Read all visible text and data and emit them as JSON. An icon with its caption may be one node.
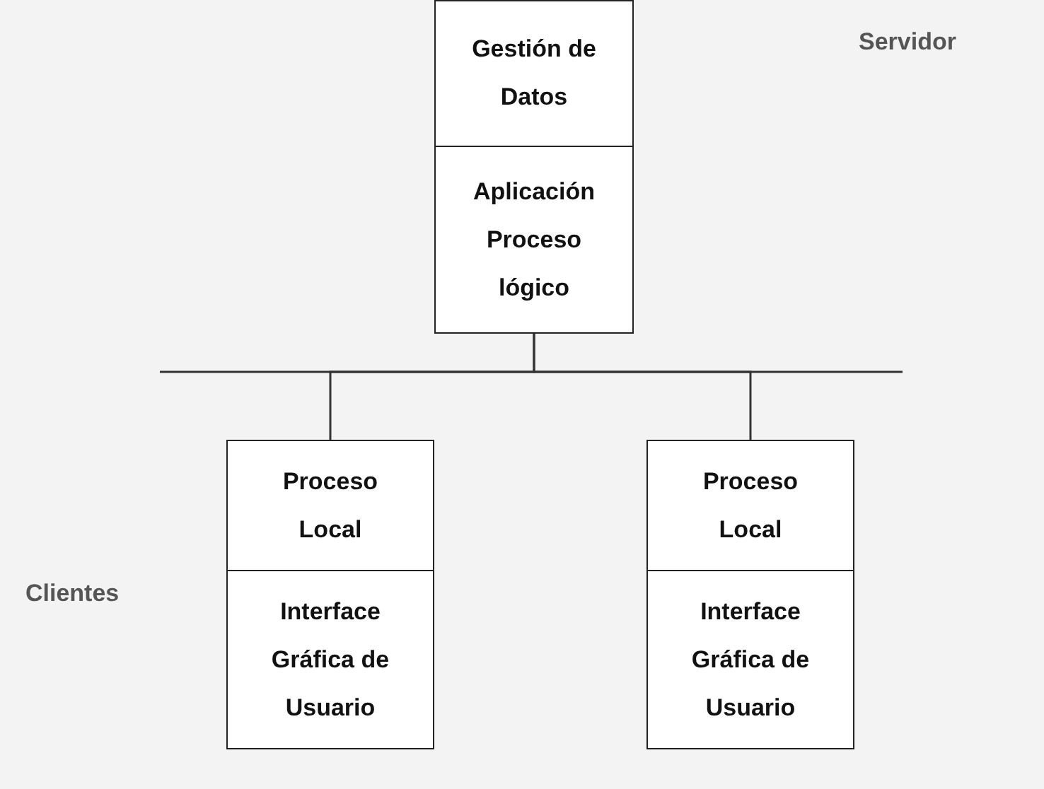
{
  "diagram": {
    "nodes": [
      {
        "text": [
          "Gestión de Datos",
          "Aplicación Proceso lógico"
        ]
      },
      {
        "text": [
          "Proceso Local",
          "Interface Gráfica de Usuario"
        ]
      },
      {
        "text": [
          "Proceso Local",
          "Interface Gráfica de Usuario"
        ]
      }
    ],
    "edges": [
      {
        "from": 0,
        "to": 1,
        "arrow": "none"
      },
      {
        "from": 0,
        "to": 2,
        "arrow": "none"
      }
    ],
    "labels": [
      "Servidor",
      "Clientes"
    ]
  }
}
